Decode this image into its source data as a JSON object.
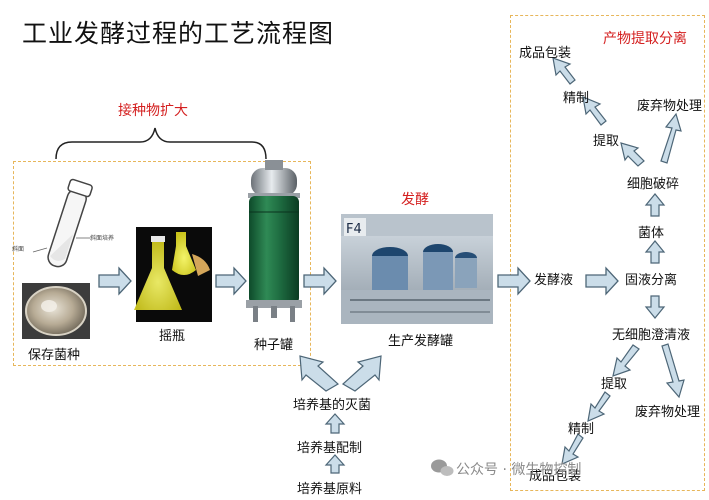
{
  "title": "工业发酵过程的工艺流程图",
  "sections": {
    "inoculation": "接种物扩大",
    "fermentation": "发酵",
    "extraction": "产物提取分离"
  },
  "stages": {
    "stock": "保存菌种",
    "shake_flask": "摇瓶",
    "seed_tank": "种子罐",
    "production_tank": "生产发酵罐"
  },
  "medium": {
    "sterilization": "培养基的灭菌",
    "preparation": "培养基配制",
    "raw_materials": "培养基原料"
  },
  "extraction_flow": {
    "broth": "发酵液",
    "separation": "固液分离",
    "cells": "菌体",
    "cell_disruption": "细胞破碎",
    "extract_top": "提取",
    "refine_top": "精制",
    "product_top": "成品包装",
    "waste_top": "废弃物处理",
    "clear_liquid": "无细胞澄清液",
    "extract_bottom": "提取",
    "refine_bottom": "精制",
    "product_bottom": "成品包装",
    "waste_bottom": "废弃物处理"
  },
  "tube_labels": {
    "left": "斜面",
    "right": "斜面培养"
  },
  "tank_plate": "F4",
  "watermark": "公众号 · 微生物控制",
  "colors": {
    "arrow_fill": "#cbdde9",
    "arrow_stroke": "#4d6677",
    "dashed_border": "#e7b65a",
    "section_red": "#d42020"
  }
}
